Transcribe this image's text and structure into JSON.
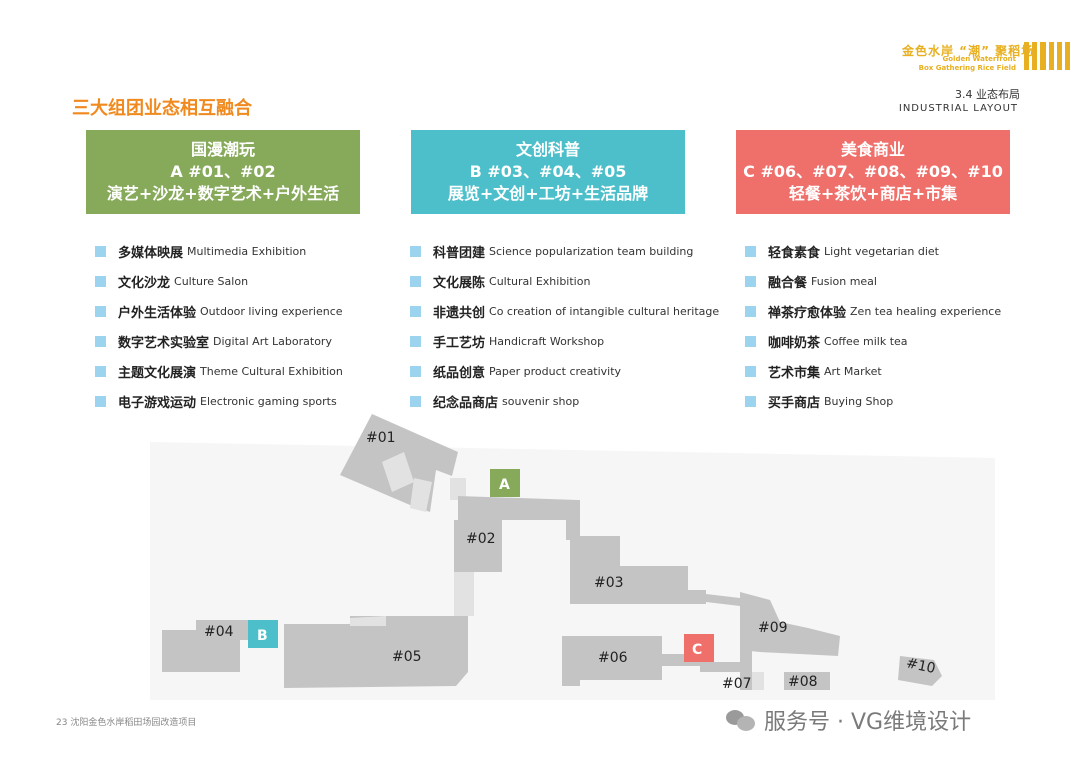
{
  "header": {
    "logo_cn": "金色水岸 “潮” 聚稻场",
    "logo_en_1": "Golden Waterfront",
    "logo_en_2": "Box Gathering Rice Field",
    "section_num": "3.4 业态布局",
    "section_en": "INDUSTRIAL LAYOUT",
    "main_title": "三大组团业态相互融合"
  },
  "colors": {
    "green": "#86a95a",
    "teal": "#4dbfca",
    "red": "#ef6f6a",
    "orange": "#f08a1e",
    "bullet": "#9cd3ef"
  },
  "groups": [
    {
      "title": "国漫潮玩",
      "codes": "A  #01、#02",
      "theme": "演艺+沙龙+数字艺术+户外生活",
      "items": [
        {
          "cn": "多媒体映展",
          "en": "Multimedia Exhibition"
        },
        {
          "cn": "文化沙龙",
          "en": "Culture Salon"
        },
        {
          "cn": "户外生活体验",
          "en": "Outdoor living experience"
        },
        {
          "cn": "数字艺术实验室",
          "en": "Digital Art Laboratory"
        },
        {
          "cn": "主题文化展演",
          "en": "Theme Cultural Exhibition"
        },
        {
          "cn": "电子游戏运动",
          "en": "Electronic gaming sports"
        }
      ]
    },
    {
      "title": "文创科普",
      "codes": "B  #03、#04、#05",
      "theme": "展览+文创+工坊+生活品牌",
      "items": [
        {
          "cn": "科普团建",
          "en": "Science popularization team building"
        },
        {
          "cn": "文化展陈",
          "en": "Cultural Exhibition"
        },
        {
          "cn": "非遗共创",
          "en": "Co creation of intangible cultural heritage"
        },
        {
          "cn": "手工艺坊",
          "en": "Handicraft Workshop"
        },
        {
          "cn": "纸品创意",
          "en": "Paper product creativity"
        },
        {
          "cn": "纪念品商店",
          "en": "souvenir shop"
        }
      ]
    },
    {
      "title": "美食商业",
      "codes": "C  #06、#07、#08、#09、#10",
      "theme": "轻餐+茶饮+商店+市集",
      "items": [
        {
          "cn": "轻食素食",
          "en": "Light vegetarian diet"
        },
        {
          "cn": "融合餐",
          "en": "Fusion meal"
        },
        {
          "cn": "禅茶疗愈体验",
          "en": "Zen tea healing experience"
        },
        {
          "cn": "咖啡奶茶",
          "en": "Coffee milk tea"
        },
        {
          "cn": "艺术市集",
          "en": "Art Market"
        },
        {
          "cn": "买手商店",
          "en": "Buying Shop"
        }
      ]
    }
  ],
  "map": {
    "buildings": [
      "#01",
      "#02",
      "#03",
      "#04",
      "#05",
      "#06",
      "#07",
      "#08",
      "#09",
      "#10"
    ],
    "markers": [
      "A",
      "B",
      "C"
    ]
  },
  "footer": {
    "page_text": "23 沈阳金色水岸稻田场园改造项目",
    "watermark": "服务号 · VG维境设计"
  }
}
